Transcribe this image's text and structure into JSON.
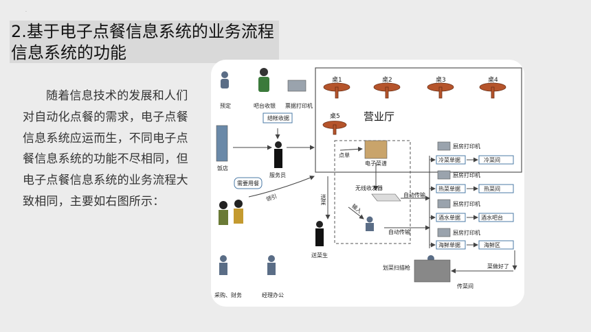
{
  "dot": "·",
  "title": "2.基于电子点餐信息系统的业务流程信息系统的功能",
  "paragraph": "随着信息技术的发展和人们对自动化点餐的需求，电子点餐信息系统应运而生，不同电子点餐信息系统的功能不尽相同，但电子点餐信息系统的业务流程大致相同，主要如右图所示：",
  "diagram": {
    "hall": "营业厅",
    "tables": [
      "桌1",
      "桌2",
      "桌3",
      "桌4",
      "桌5"
    ],
    "reserve": "预定",
    "bar_cashier": "吧台收银",
    "receipt_printer": "票据打印机",
    "checkout": "结帐收据",
    "hotel": "饭店",
    "waiter": "服务员",
    "need_dining": "需要用餐",
    "guide_seat": "领引",
    "order": "点单",
    "electronic_menu": "电子菜谱",
    "wireless_transceiver": "无线收发器",
    "auto_transmit_1": "自动传输",
    "auto_transmit_2": "自动传输",
    "serve_dish": "送菜",
    "input": "输入",
    "server": "送菜生",
    "kitchen_printer": "厨房打印机",
    "kitchens": [
      {
        "ticket": "冷菜单据",
        "room": "冷菜间"
      },
      {
        "ticket": "热菜单据",
        "room": "热菜间"
      },
      {
        "ticket": "酒水单据",
        "room": "酒水吧台"
      },
      {
        "ticket": "海鲜单据",
        "room": "海鲜区"
      }
    ],
    "dish_done": "菜做好了",
    "scanner": "划菜扫描枪",
    "pass_room": "传菜间",
    "procure_finance": "采购、财务",
    "manager_office": "经理办公"
  }
}
